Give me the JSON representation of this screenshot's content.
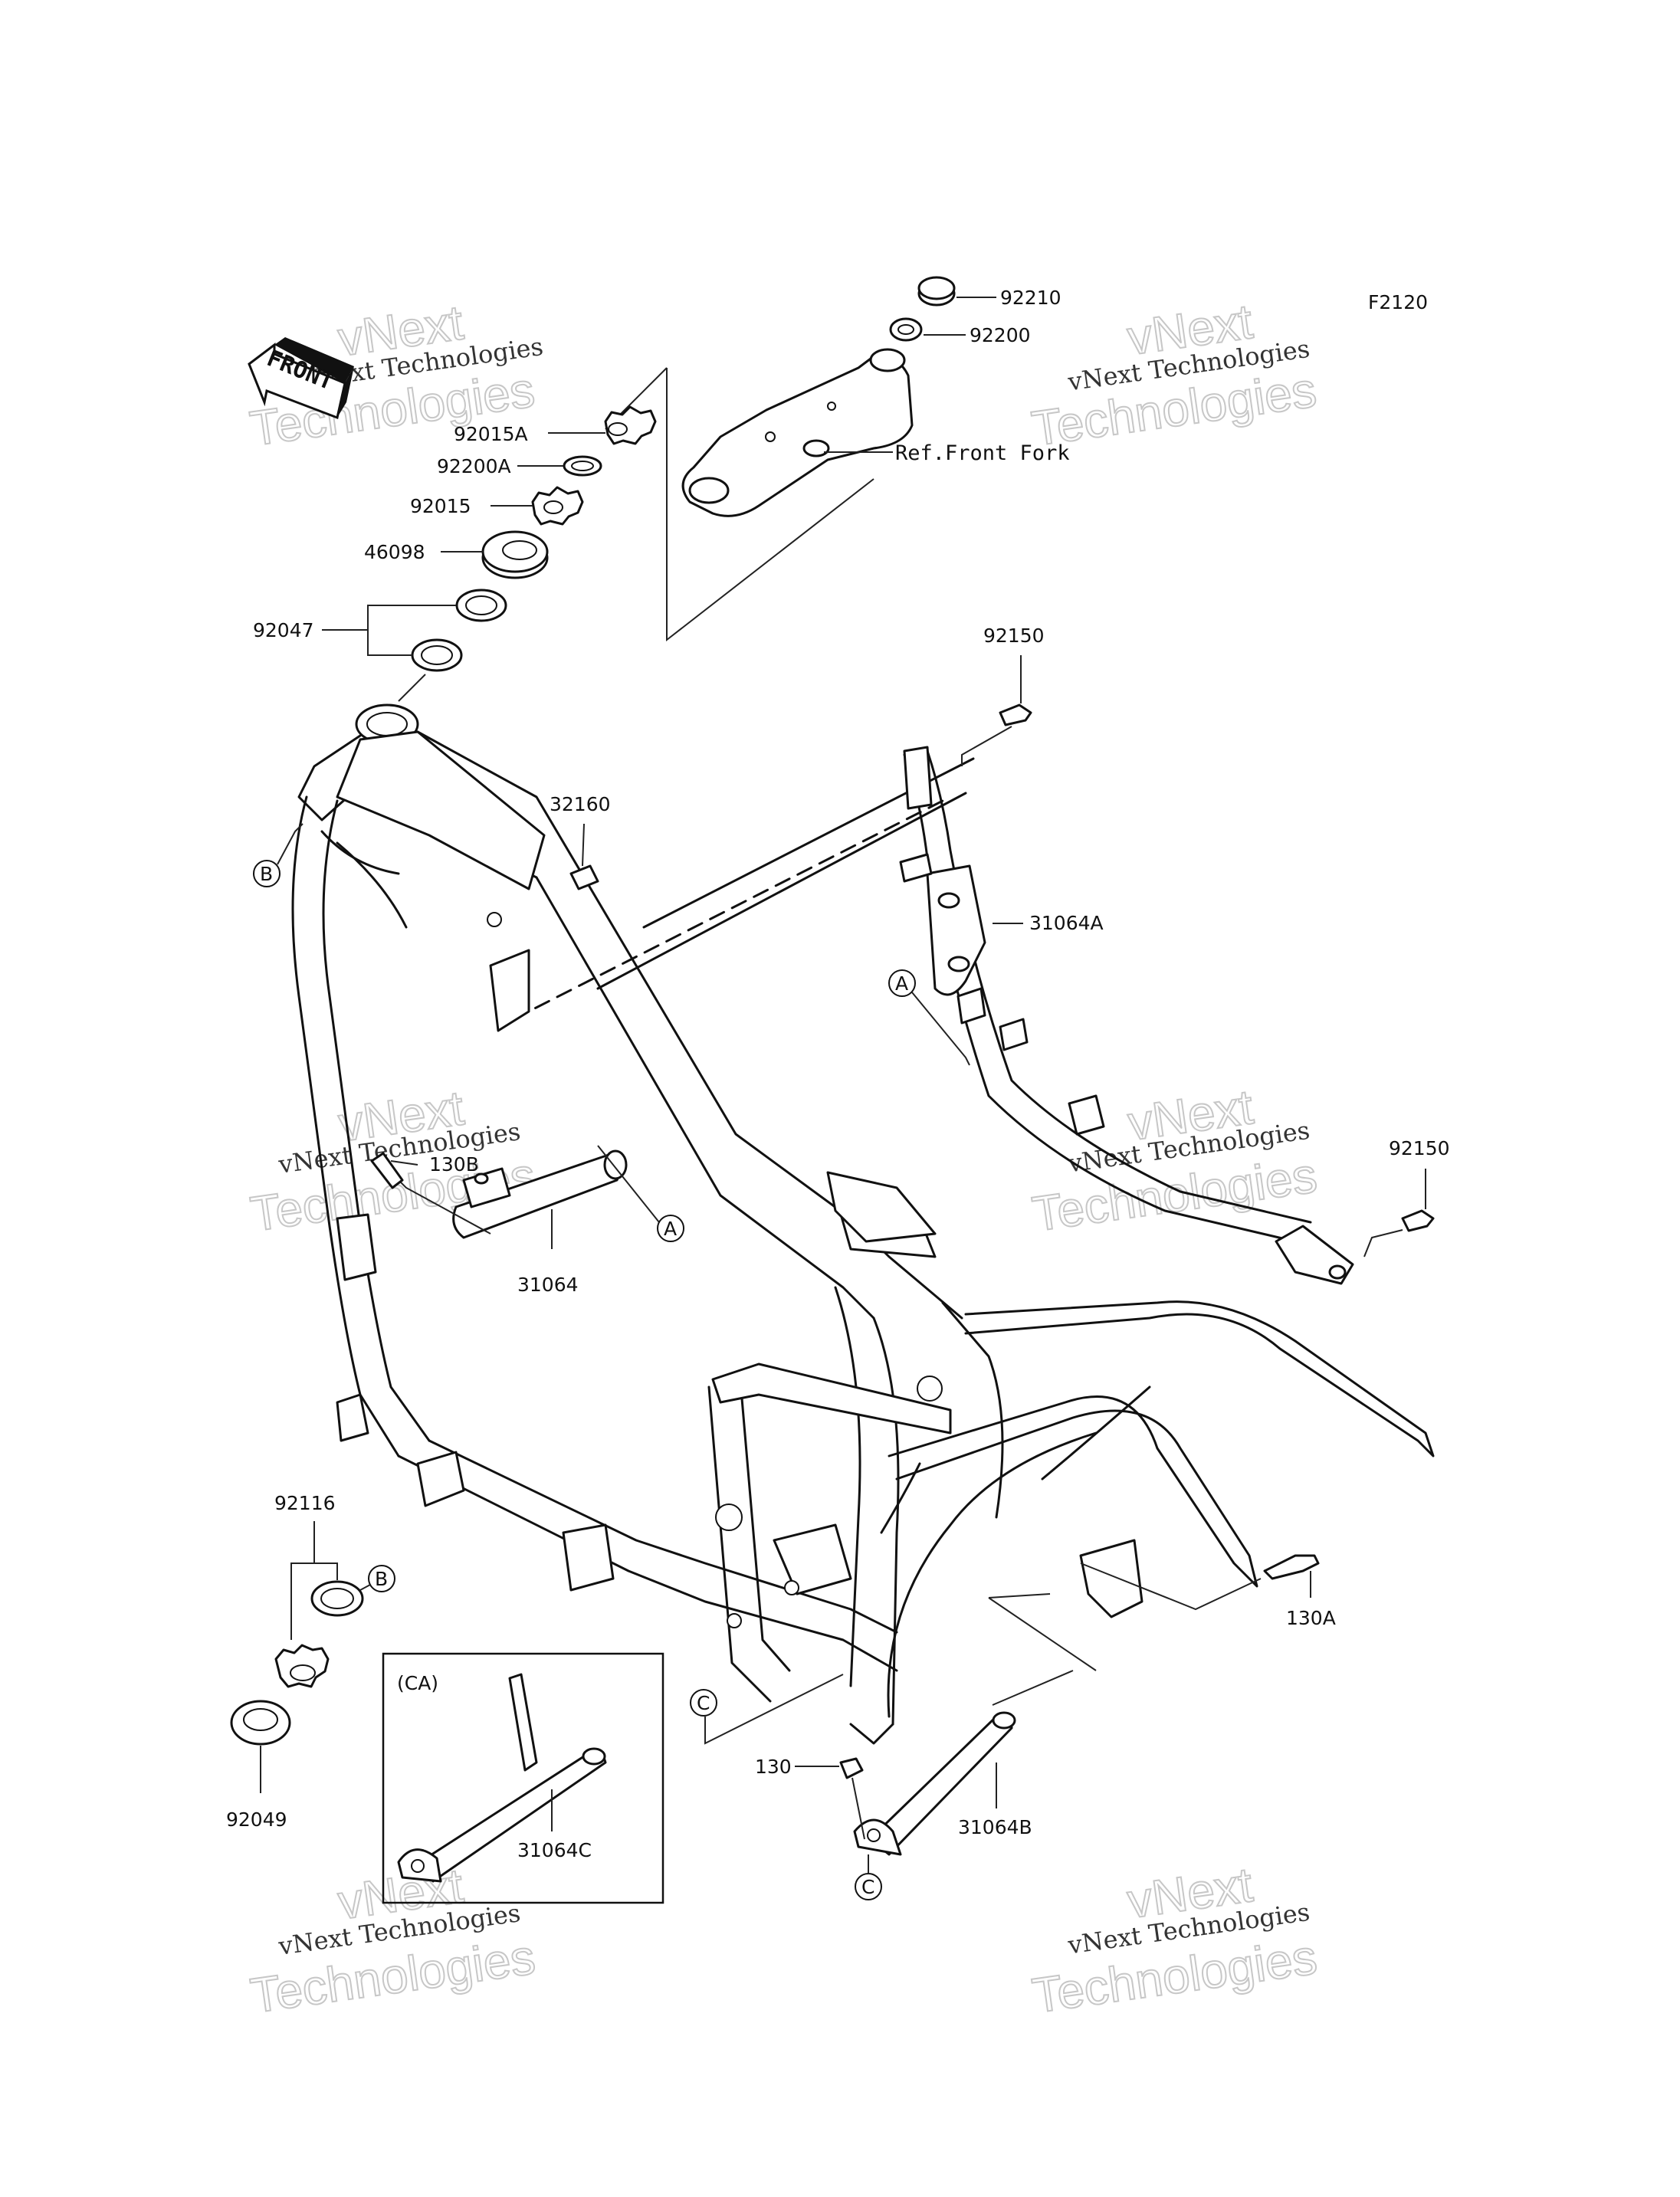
{
  "diagram_code": "F2120",
  "front_arrow_label": "FRONT",
  "ref_front_fork": "Ref.Front Fork",
  "subassembly_label": "(CA)",
  "parts": {
    "p92210": "92210",
    "p92200": "92200",
    "p92015A": "92015A",
    "p92200A": "92200A",
    "p92015": "92015",
    "p46098": "46098",
    "p92047": "92047",
    "p92150_top": "92150",
    "p32160": "32160",
    "p31064A": "31064A",
    "p130B": "130B",
    "p31064": "31064",
    "p92150_right": "92150",
    "p92116": "92116",
    "p92049": "92049",
    "p130A": "130A",
    "p130": "130",
    "p31064B": "31064B",
    "p31064C": "31064C"
  },
  "callouts": {
    "a": "A",
    "b": "B",
    "c": "C"
  },
  "watermark": {
    "line1": "vNext",
    "line2": "vNext Technologies",
    "line3": "Technologies"
  }
}
